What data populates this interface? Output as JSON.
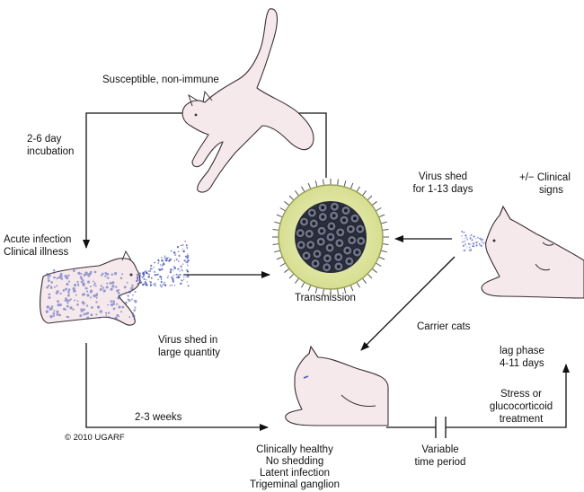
{
  "labels": {
    "susceptible": "Susceptible, non-immune",
    "incubation_1": "2-6 day",
    "incubation_2": "incubation",
    "acute_1": "Acute infection",
    "acute_2": "Clinical illness",
    "transmission": "Transmission",
    "virus_shed_1_13_a": "Virus shed",
    "virus_shed_1_13_b": "for 1-13 days",
    "clinical_signs_a": "+/− Clinical",
    "clinical_signs_b": "signs",
    "virus_shed_large_a": "Virus shed in",
    "virus_shed_large_b": "large quantity",
    "carrier_cats": "Carrier cats",
    "two_three_weeks": "2-3 weeks",
    "copyright": "© 2010 UGARF",
    "healthy_1": "Clinically healthy",
    "healthy_2": "No shedding",
    "healthy_3": "Latent infection",
    "healthy_4": "Trigeminal ganglion",
    "variable_1": "Variable",
    "variable_2": "time period",
    "stress_1": "Stress or",
    "stress_2": "glucocorticoid",
    "stress_3": "treatment",
    "lag_1": "lag phase",
    "lag_2": "4-11 days"
  },
  "colors": {
    "cat_fill": "#f5e9ec",
    "outline": "#3a3036",
    "virus_outer": "#e6ecb0",
    "virus_core": "#2a2d3a",
    "spray": "#4a57b8"
  }
}
